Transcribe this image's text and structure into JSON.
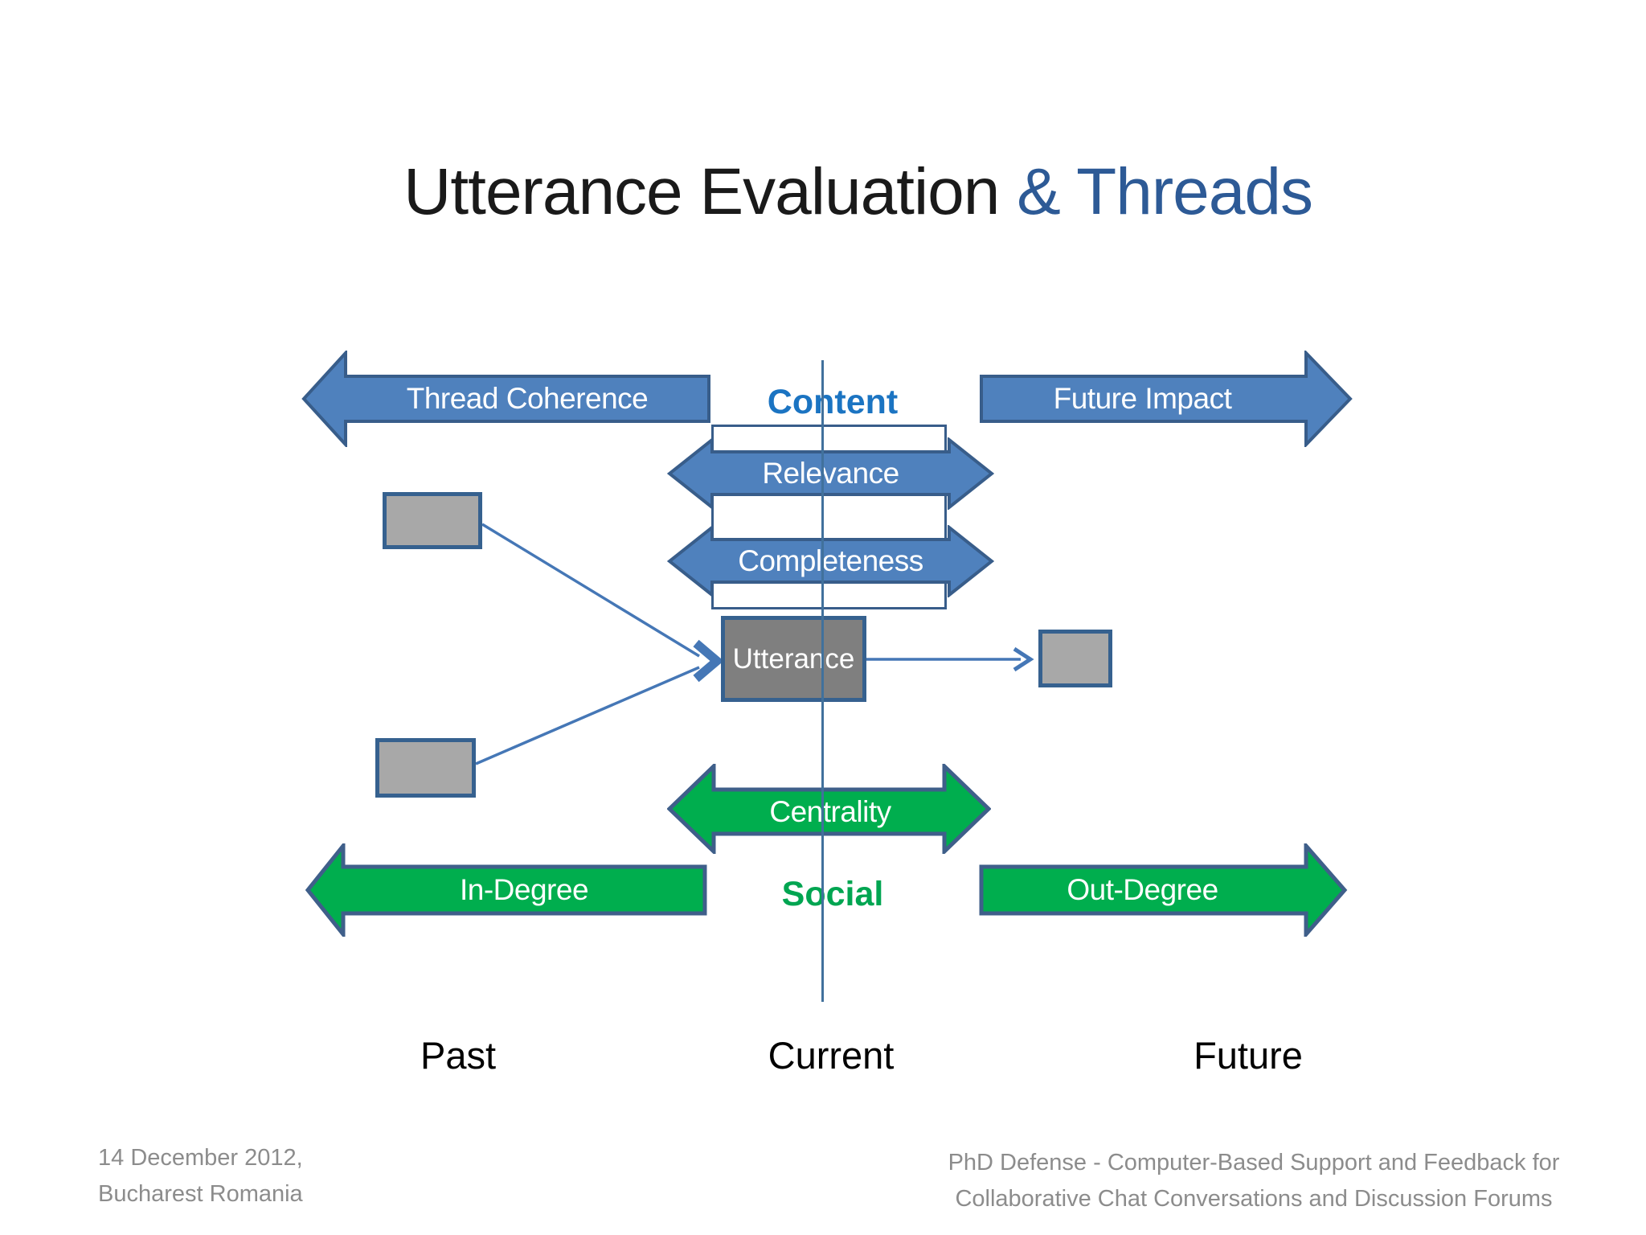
{
  "slide": {
    "title": {
      "main": "Utterance Evaluation ",
      "accent": "& Threads"
    },
    "colors": {
      "blue_arrow_fill": "#4f81bd",
      "blue_arrow_border": "#385d8a",
      "green_arrow_fill": "#00ae4e",
      "green_arrow_border": "#3f5f8a",
      "content_label": "#1b74c2",
      "social_label": "#00a551",
      "title_accent": "#2d5a96",
      "box_fill_light": "#a8a8a8",
      "box_fill_dark": "#7f7f7f",
      "box_border": "#36618f",
      "connector": "#4577b6",
      "footer_text": "#8c8c8c"
    },
    "content_section": {
      "label": "Content",
      "arrows": [
        {
          "id": "thread-coherence",
          "label": "Thread Coherence",
          "direction": "left",
          "color": "blue"
        },
        {
          "id": "future-impact",
          "label": "Future Impact",
          "direction": "right",
          "color": "blue"
        },
        {
          "id": "relevance",
          "label": "Relevance",
          "direction": "both",
          "color": "blue"
        },
        {
          "id": "completeness",
          "label": "Completeness",
          "direction": "both",
          "color": "blue"
        }
      ]
    },
    "utterance_box": {
      "label": "Utterance"
    },
    "social_section": {
      "label": "Social",
      "arrows": [
        {
          "id": "centrality",
          "label": "Centrality",
          "direction": "both",
          "color": "green"
        },
        {
          "id": "in-degree",
          "label": "In-Degree",
          "direction": "left",
          "color": "green"
        },
        {
          "id": "out-degree",
          "label": "Out-Degree",
          "direction": "right",
          "color": "green"
        }
      ]
    },
    "timeline": {
      "past": "Past",
      "current": "Current",
      "future": "Future"
    },
    "footer": {
      "left_line1": "14 December 2012,",
      "left_line2": "Bucharest Romania",
      "right_line1": "PhD Defense - Computer-Based Support and Feedback for",
      "right_line2": "Collaborative Chat Conversations and Discussion Forums"
    }
  }
}
